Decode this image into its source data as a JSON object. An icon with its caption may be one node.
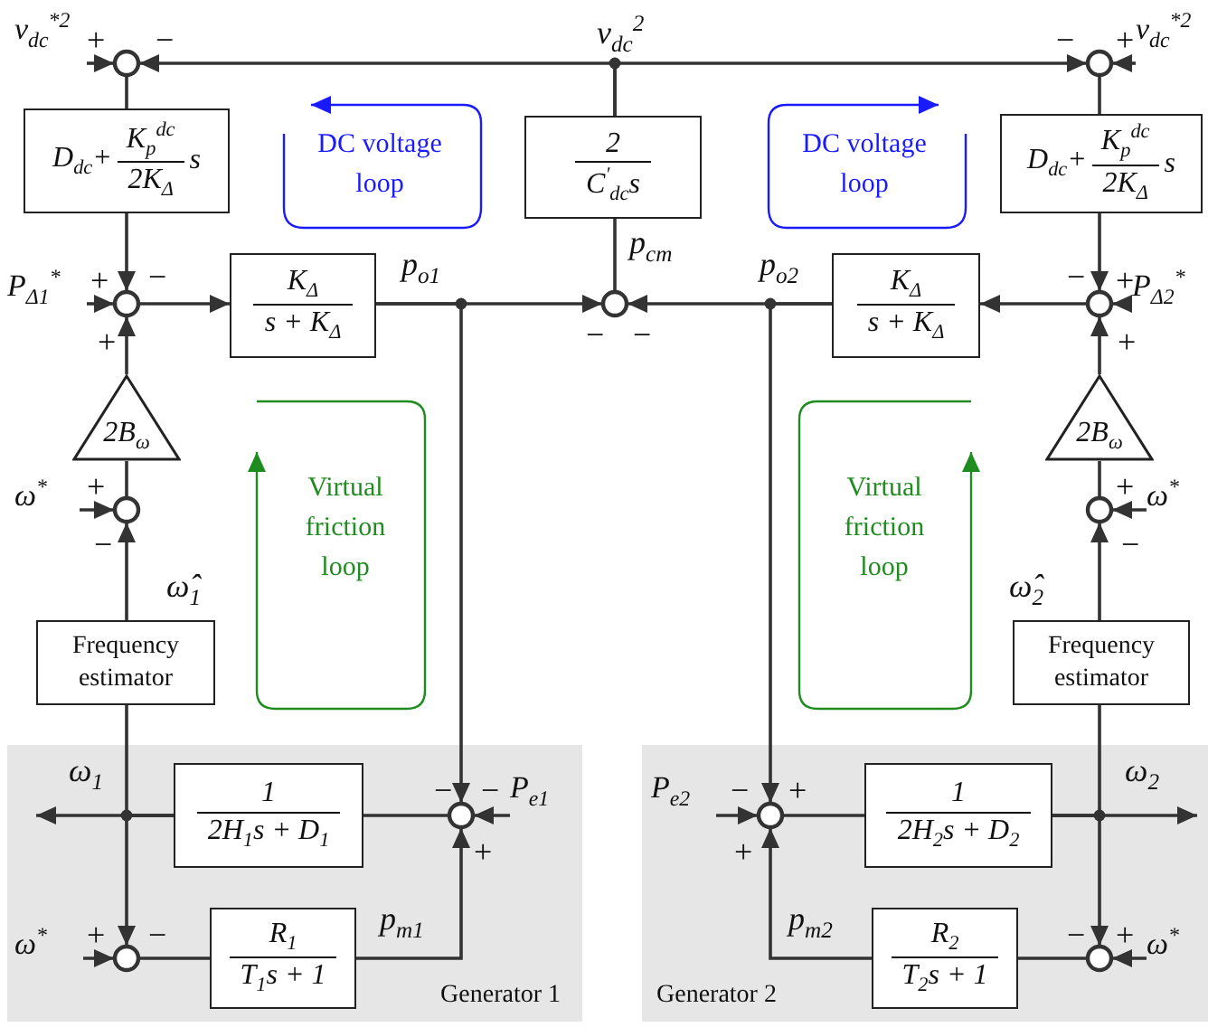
{
  "diagram": {
    "nodes": [
      {
        "text": [
          "v$_{dc}$$^{*2}$"
        ]
      },
      {
        "text": [],
        "shape": "circle"
      },
      {
        "text": [
          "D$_{dc}$+",
          "K$_{p}$$^{dc}$",
          "2K$_{Δ}$",
          "s"
        ]
      },
      {
        "text": [
          "P$_{Δ1}$$^{*}$"
        ]
      },
      {
        "text": [],
        "shape": "circle"
      },
      {
        "text": [
          "K$_{Δ}$",
          "s + K$_{Δ}$"
        ]
      },
      {
        "text": [
          "2B$_{ω}$"
        ]
      },
      {
        "text": [
          "ω$^{*}$"
        ]
      },
      {
        "text": [],
        "shape": "circle"
      },
      {
        "text": [
          "Frequency estimator"
        ]
      },
      {
        "text": [
          "2",
          "C$^{′}$$_{dc}$s"
        ]
      },
      {
        "text": [],
        "shape": "circle"
      },
      {
        "text": [
          "v$_{dc}$$^{*2}$"
        ]
      },
      {
        "text": [],
        "shape": "circle"
      },
      {
        "text": [
          "D$_{dc}$+",
          "K$_{p}$$^{dc}$",
          "2K$_{Δ}$",
          "s"
        ]
      },
      {
        "text": [
          "P$_{Δ2}$$^{*}$"
        ]
      },
      {
        "text": [],
        "shape": "circle"
      },
      {
        "text": [
          "K$_{Δ}$",
          "s + K$_{Δ}$"
        ]
      },
      {
        "text": [
          "2B$_{ω}$"
        ]
      },
      {
        "text": [
          "ω$^{*}$"
        ]
      },
      {
        "text": [],
        "shape": "circle"
      },
      {
        "text": [
          "Frequency estimator"
        ]
      },
      {
        "text": [
          "Generator 1"
        ]
      },
      {
        "text": [
          "1",
          "2H$_{1}$s + D$_{1}$"
        ],
        "in": 22
      },
      {
        "text": [],
        "shape": "circle",
        "in": 22
      },
      {
        "text": [
          "P$_{e1}$"
        ],
        "in": 22
      },
      {
        "text": [
          "ω$^{*}$"
        ],
        "in": 22
      },
      {
        "text": [],
        "shape": "circle",
        "in": 22
      },
      {
        "text": [
          "R$_{1}$",
          "T$_{1}$s + 1"
        ],
        "in": 22
      },
      {
        "text": [
          "Generator 2"
        ]
      },
      {
        "text": [
          "P$_{e2}$"
        ],
        "in": 29
      },
      {
        "text": [],
        "shape": "circle",
        "in": 29
      },
      {
        "text": [
          "1",
          "2H$_{2}$s + D$_{2}$"
        ],
        "in": 29
      },
      {
        "text": [
          "R$_{2}$",
          "T$_{2}$s + 1"
        ],
        "in": 29
      },
      {
        "text": [],
        "shape": "circle",
        "in": 29
      },
      {
        "text": [
          "ω$^{*}$"
        ],
        "in": 29
      }
    ],
    "edges": [
      {
        "from": 0,
        "to": 1,
        "arrow": "to",
        "label": "+"
      },
      {
        "from": 10,
        "to": 1,
        "arrow": "to",
        "label": "−"
      },
      {
        "from": 10,
        "to": 13,
        "arrow": "to",
        "label": "−"
      },
      {
        "from": 12,
        "to": 13,
        "arrow": "to",
        "label": "+"
      },
      {
        "from": 1,
        "to": 2,
        "arrow": "none"
      },
      {
        "from": 2,
        "to": 4,
        "arrow": "to",
        "label": "−"
      },
      {
        "from": 3,
        "to": 4,
        "arrow": "to",
        "label": "+"
      },
      {
        "from": 6,
        "to": 4,
        "arrow": "to",
        "label": "+"
      },
      {
        "from": 4,
        "to": 5,
        "arrow": "to"
      },
      {
        "from": 5,
        "to": 11,
        "arrow": "to",
        "label": "−"
      },
      {
        "from": 5,
        "to": 24,
        "arrow": "to",
        "label": "−"
      },
      {
        "from": 8,
        "to": 6,
        "arrow": "none"
      },
      {
        "from": 7,
        "to": 8,
        "arrow": "to",
        "label": "+"
      },
      {
        "from": 9,
        "to": 8,
        "arrow": "to",
        "label": "−"
      },
      {
        "from": 11,
        "to": 10,
        "arrow": "none"
      },
      {
        "from": 13,
        "to": 14,
        "arrow": "none"
      },
      {
        "from": 14,
        "to": 16,
        "arrow": "to",
        "label": "−"
      },
      {
        "from": 15,
        "to": 16,
        "arrow": "to",
        "label": "+"
      },
      {
        "from": 18,
        "to": 16,
        "arrow": "to",
        "label": "+"
      },
      {
        "from": 16,
        "to": 17,
        "arrow": "to"
      },
      {
        "from": 17,
        "to": 11,
        "arrow": "to",
        "label": "−"
      },
      {
        "from": 17,
        "to": 31,
        "arrow": "to",
        "label": "+"
      },
      {
        "from": 20,
        "to": 18,
        "arrow": "none"
      },
      {
        "from": 19,
        "to": 20,
        "arrow": "to",
        "label": "+"
      },
      {
        "from": 21,
        "to": 20,
        "arrow": "to",
        "label": "−"
      },
      {
        "from": 23,
        "to": null,
        "arrow": "to"
      },
      {
        "from": 23,
        "to": 9,
        "arrow": "none"
      },
      {
        "from": 23,
        "to": 27,
        "arrow": "to",
        "label": "−"
      },
      {
        "from": 24,
        "to": 23,
        "arrow": "none"
      },
      {
        "from": 25,
        "to": 24,
        "arrow": "to",
        "label": "−"
      },
      {
        "from": 26,
        "to": 27,
        "arrow": "to",
        "label": "+"
      },
      {
        "from": 27,
        "to": 28,
        "arrow": "none"
      },
      {
        "from": 28,
        "to": 24,
        "arrow": "to",
        "label": "+"
      },
      {
        "from": 30,
        "to": 31,
        "arrow": "to",
        "label": "−"
      },
      {
        "from": 31,
        "to": 32,
        "arrow": "none"
      },
      {
        "from": 32,
        "to": null,
        "arrow": "to"
      },
      {
        "from": 32,
        "to": 21,
        "arrow": "none"
      },
      {
        "from": 32,
        "to": 34,
        "arrow": "to",
        "label": "−"
      },
      {
        "from": 35,
        "to": 34,
        "arrow": "to",
        "label": "+"
      },
      {
        "from": 34,
        "to": 33,
        "arrow": "none"
      },
      {
        "from": 33,
        "to": 31,
        "arrow": "to",
        "label": "+"
      }
    ],
    "labels": [
      "v$_{dc}$$^{2}$",
      "DC voltage loop",
      "DC voltage loop",
      "p$_{o1}$",
      "p$_{cm}$",
      "p$_{o2}$",
      "Virtual friction loop",
      "Virtual friction loop",
      "ω̂$_{1}$",
      "ω̂$_{2}$",
      "ω$_{1}$",
      "ω$_{2}$",
      "p$_{m1}$",
      "p$_{m2}$"
    ]
  }
}
